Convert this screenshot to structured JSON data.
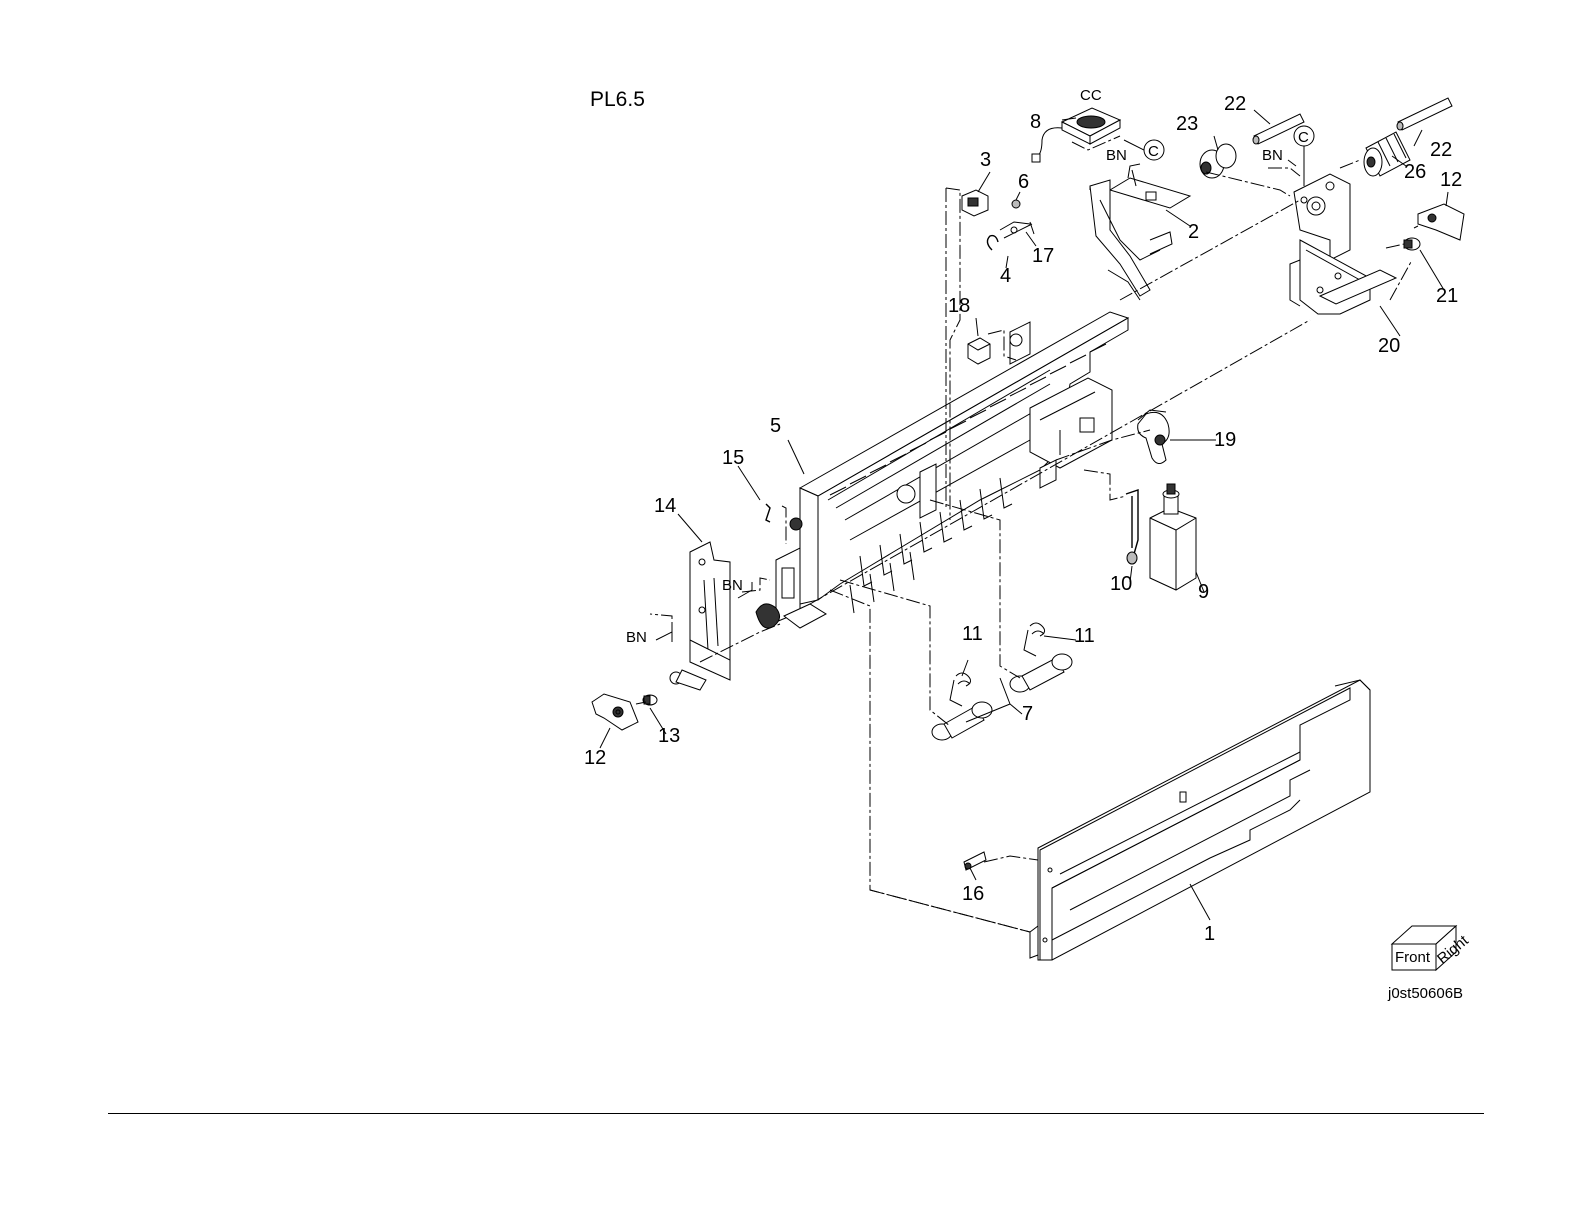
{
  "title": "PL6.5",
  "figure_code": "j0st50606B",
  "orientation_box": {
    "front": "Front",
    "right": "Right"
  },
  "references": {
    "cc": "CC",
    "bn": "BN",
    "c": "C"
  },
  "parts": {
    "p1": "1",
    "p2": "2",
    "p3": "3",
    "p4": "4",
    "p5": "5",
    "p6": "6",
    "p7": "7",
    "p8": "8",
    "p9": "9",
    "p10": "10",
    "p11": "11",
    "p12": "12",
    "p13": "13",
    "p14": "14",
    "p15": "15",
    "p16": "16",
    "p17": "17",
    "p18": "18",
    "p19": "19",
    "p20": "20",
    "p21": "21",
    "p22": "22",
    "p23": "23",
    "p26": "26"
  }
}
